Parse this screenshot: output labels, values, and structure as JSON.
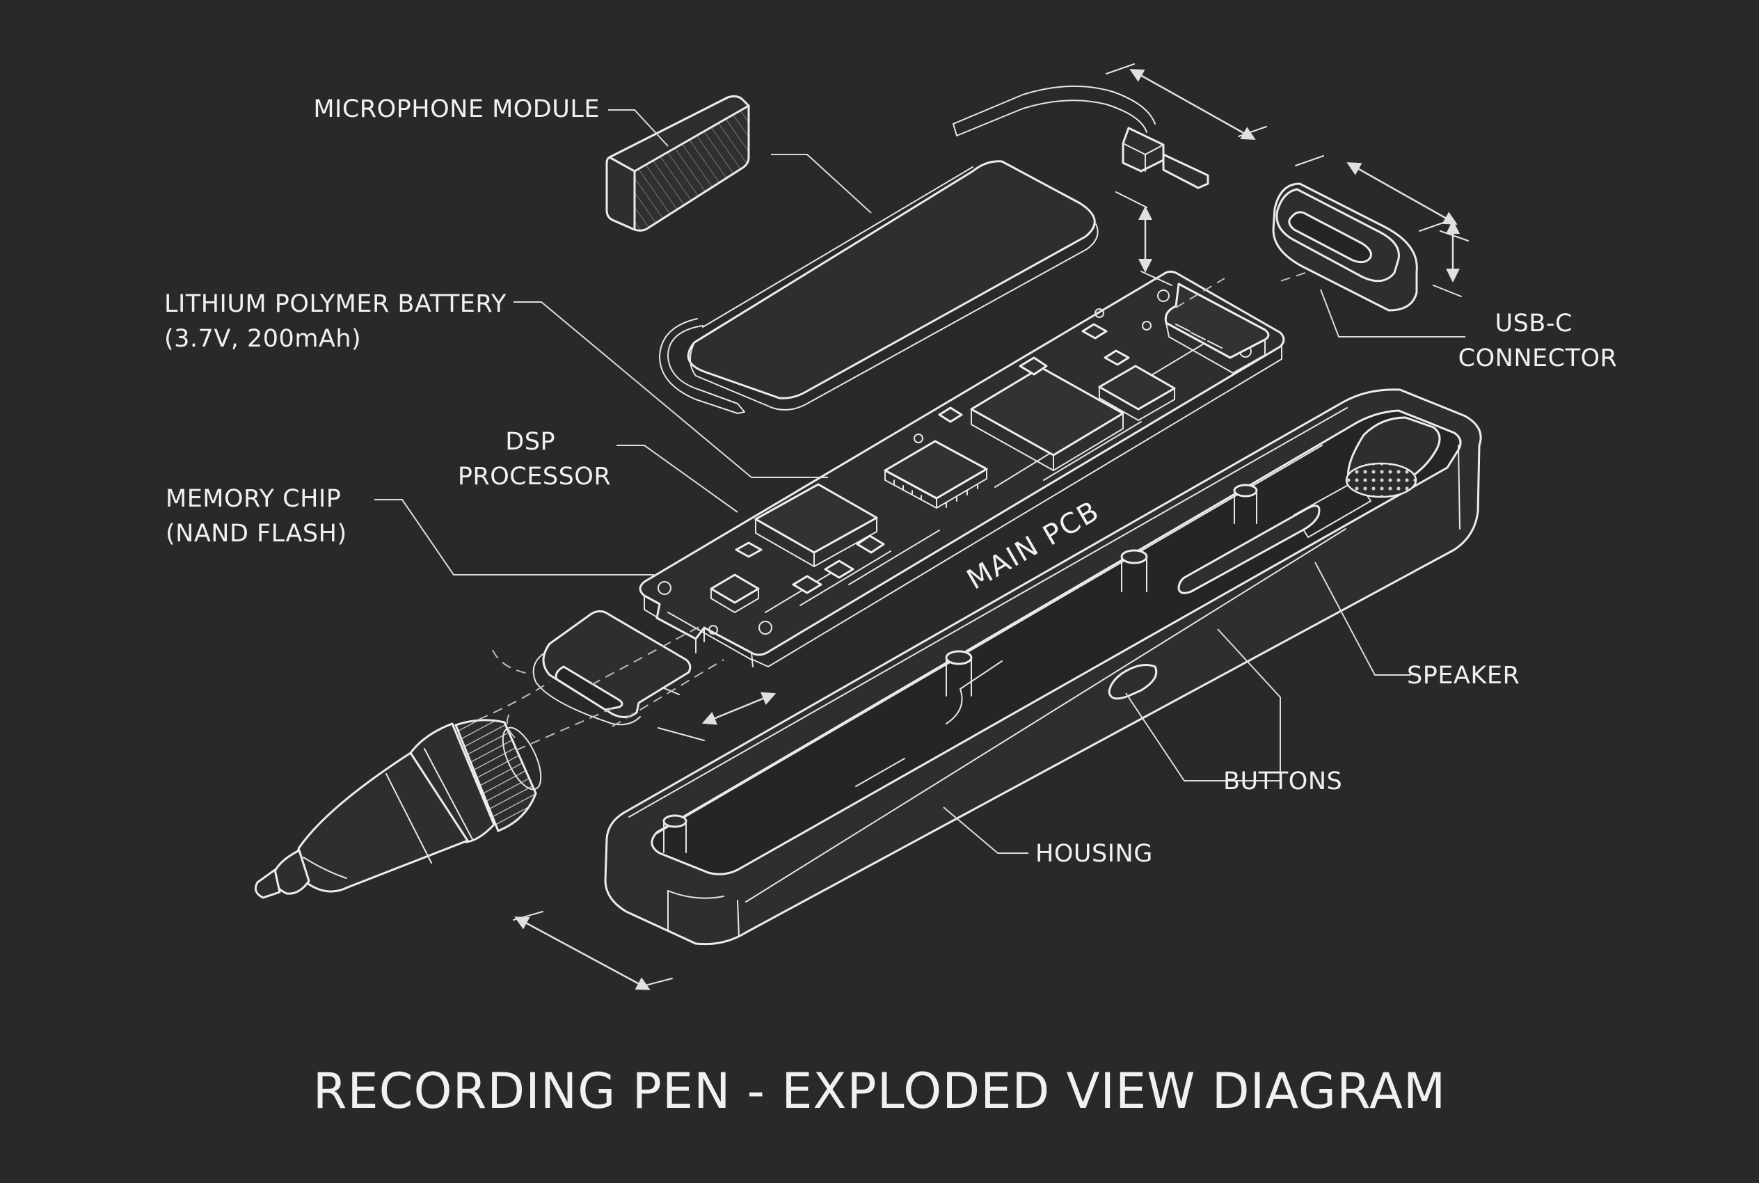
{
  "title": "RECORDING PEN - EXPLODED VIEW DIAGRAM",
  "colors": {
    "background": "#27292b",
    "line": "#ececec",
    "text": "#f1f1f1"
  },
  "pcb_marking": "MAIN PCB",
  "labels": {
    "microphone": [
      "MICROPHONE MODULE"
    ],
    "battery": [
      "LITHIUM POLYMER BATTERY",
      "(3.7V, 200mAh)"
    ],
    "dsp": [
      "DSP",
      "PROCESSOR"
    ],
    "memory": [
      "MEMORY CHIP",
      "(NAND FLASH)"
    ],
    "usb": [
      "USB-C",
      "CONNECTOR"
    ],
    "speaker": [
      "SPEAKER"
    ],
    "buttons": [
      "BUTTONS"
    ],
    "housing": [
      "HOUSING"
    ]
  }
}
